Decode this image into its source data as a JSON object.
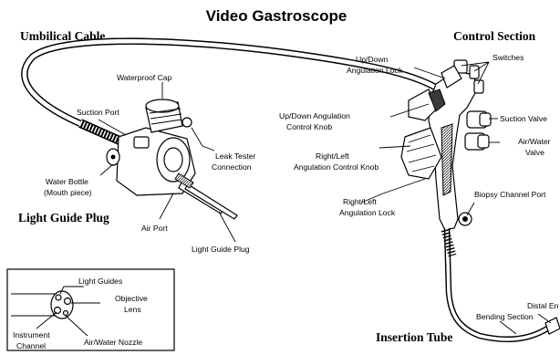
{
  "title": "Video Gastroscope",
  "sections": {
    "umbilical_cable": "Umbilical Cable",
    "control_section": "Control Section",
    "light_guide_plug": "Light Guide Plug",
    "insertion_tube": "Insertion Tube"
  },
  "labels": {
    "waterproof_cap": "Waterproof Cap",
    "suction_port": "Suction Port",
    "leak_tester_1": "Leak Tester",
    "leak_tester_2": "Connection",
    "water_bottle_1": "Water Bottle",
    "water_bottle_2": "(Mouth piece)",
    "air_port": "Air Port",
    "light_guide_plug": "Light Guide Plug",
    "ud_lock_1": "Up/Down",
    "ud_lock_2": "Angulation Lock",
    "ud_knob_1": "Up/Down Angulation",
    "ud_knob_2": "Control Knob",
    "rl_knob_1": "Right/Left",
    "rl_knob_2": "Angulation Control Knob",
    "rl_lock_1": "Right/Left",
    "rl_lock_2": "Angulation Lock",
    "switches": "Switches",
    "suction_valve": "Suction Valve",
    "air_water_valve_1": "Air/Water",
    "air_water_valve_2": "Valve",
    "biopsy_channel_port": "Biopsy Channel Port",
    "distal_end": "Distal En",
    "bending_section": "Bending Section"
  },
  "inset": {
    "light_guides": "Light Guides",
    "objective_1": "Objective",
    "objective_2": "Lens",
    "instrument_1": "Instrument",
    "instrument_2": "Channel",
    "air_water_nozzle": "Air/Water Nozzle"
  }
}
